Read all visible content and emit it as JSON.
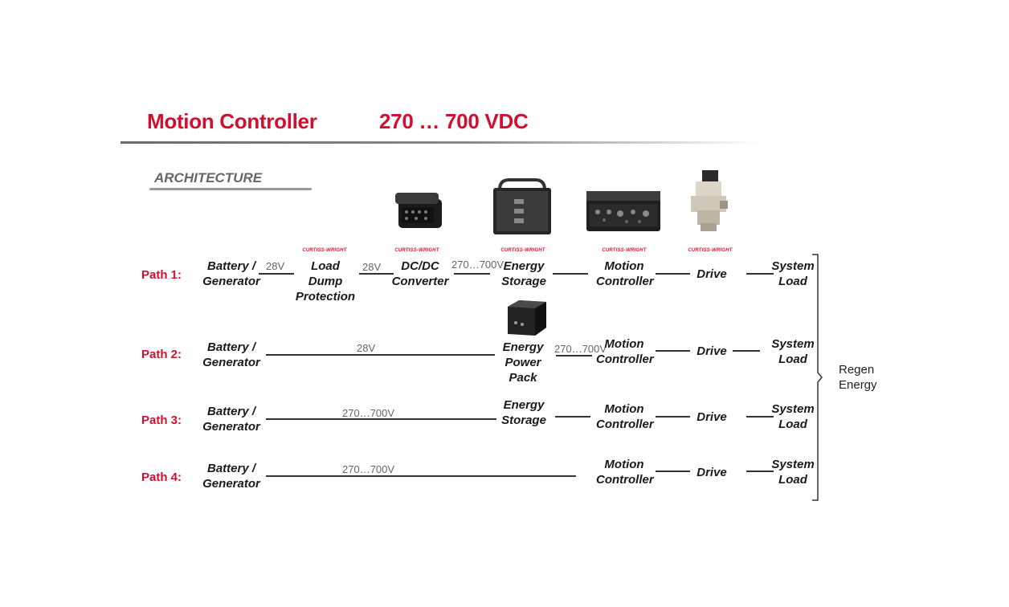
{
  "header": {
    "title": "Motion Controller",
    "voltage_range": "270 … 700 VDC"
  },
  "section_label": "ARCHITECTURE",
  "brand": {
    "logo_text": "CURTISS-WRIGHT",
    "color": "#e5152d"
  },
  "paths": [
    {
      "label": "Path 1:",
      "nodes": {
        "source": "Battery / Generator",
        "load_dump": "Load Dump Protection",
        "dcdc": "DC/DC Converter",
        "storage": "Energy Storage",
        "controller": "Motion Controller",
        "drive": "Drive",
        "load": "System Load"
      },
      "voltages": [
        "28V",
        "28V",
        "270…700V"
      ]
    },
    {
      "label": "Path 2:",
      "nodes": {
        "source": "Battery / Generator",
        "power_pack": "Energy Power Pack",
        "controller": "Motion Controller",
        "drive": "Drive",
        "load": "System Load"
      },
      "voltages": [
        "28V",
        "270…700V"
      ]
    },
    {
      "label": "Path 3:",
      "nodes": {
        "source": "Battery / Generator",
        "storage": "Energy Storage",
        "controller": "Motion Controller",
        "drive": "Drive",
        "load": "System Load"
      },
      "voltages": [
        "270…700V"
      ]
    },
    {
      "label": "Path 4:",
      "nodes": {
        "source": "Battery / Generator",
        "controller": "Motion Controller",
        "drive": "Drive",
        "load": "System Load"
      },
      "voltages": [
        "270…700V"
      ]
    }
  ],
  "regen_label": "Regen Energy",
  "colors": {
    "accent": "#d0102e",
    "text": "#1a1a1a",
    "line": "#333333"
  }
}
